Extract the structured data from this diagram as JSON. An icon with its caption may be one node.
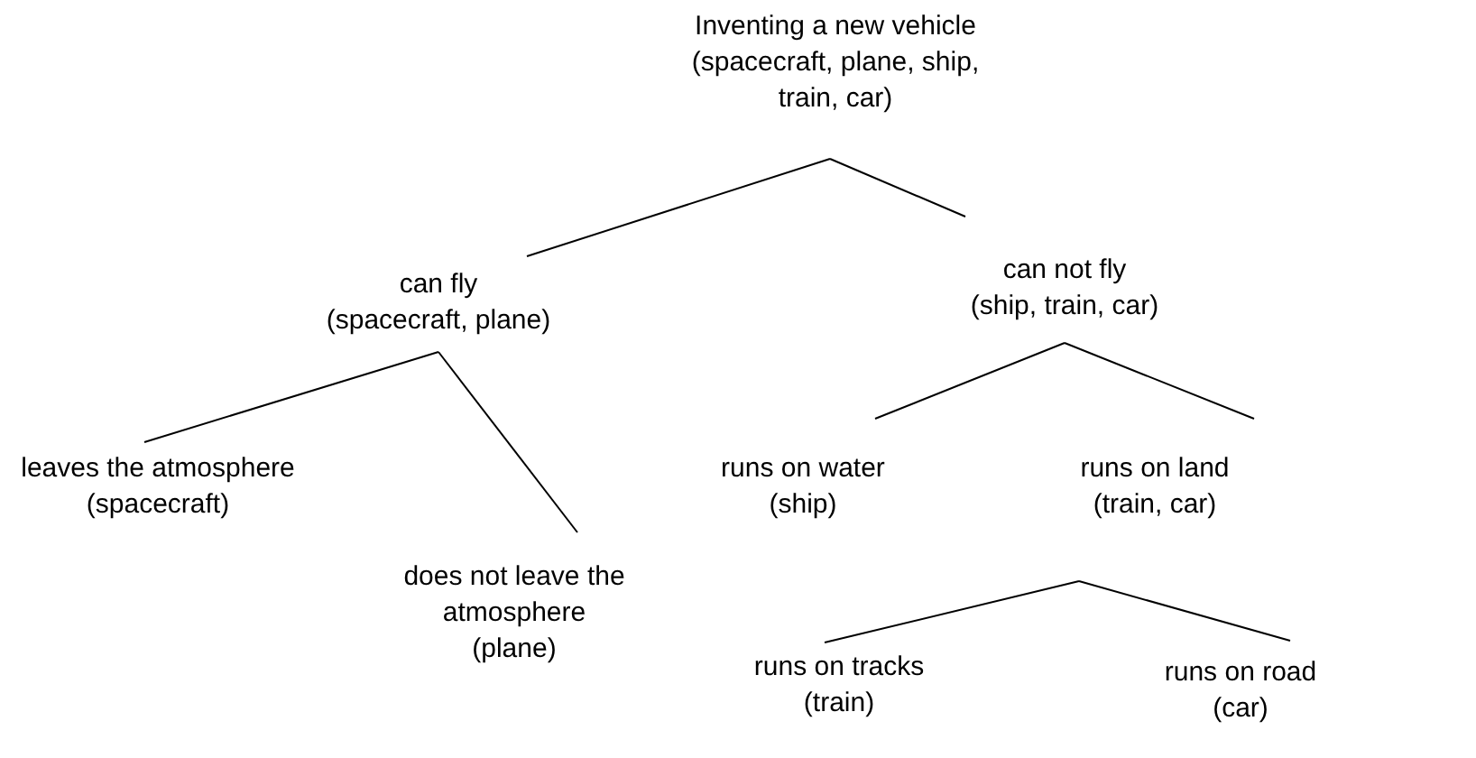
{
  "diagram": {
    "nodes": [
      {
        "text": [
          "Inventing a new vehicle",
          "(spacecraft, plane, ship, train, car)"
        ]
      },
      {
        "text": [
          "can fly",
          "(spacecraft, plane)"
        ]
      },
      {
        "text": [
          "can not fly",
          "(ship, train, car)"
        ]
      },
      {
        "text": [
          "leaves the atmosphere",
          "(spacecraft)"
        ]
      },
      {
        "text": [
          "does not leave the atmosphere",
          "(plane)"
        ]
      },
      {
        "text": [
          "runs on water",
          "(ship)"
        ]
      },
      {
        "text": [
          "runs on land",
          "(train, car)"
        ]
      },
      {
        "text": [
          "runs on tracks",
          "(train)"
        ]
      },
      {
        "text": [
          "runs on road",
          "(car)"
        ]
      }
    ],
    "edges": [
      {
        "from": 0,
        "to": 1,
        "arrow": "none"
      },
      {
        "from": 0,
        "to": 2,
        "arrow": "none"
      },
      {
        "from": 1,
        "to": 3,
        "arrow": "none"
      },
      {
        "from": 1,
        "to": 4,
        "arrow": "none"
      },
      {
        "from": 2,
        "to": 5,
        "arrow": "none"
      },
      {
        "from": 2,
        "to": 6,
        "arrow": "none"
      },
      {
        "from": 6,
        "to": 7,
        "arrow": "none"
      },
      {
        "from": 6,
        "to": 8,
        "arrow": "none"
      }
    ]
  }
}
